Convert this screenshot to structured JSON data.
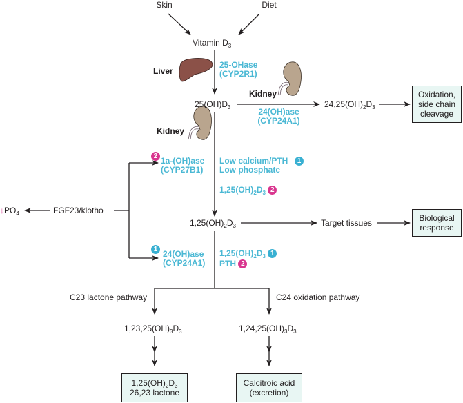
{
  "nodes": {
    "skin": "Skin",
    "diet": "Diet",
    "vitamin_d3": {
      "base": "Vitamin D",
      "sub": "3"
    },
    "oh_d3_25": {
      "pre": "25(OH)D",
      "sub": "3"
    },
    "oh2_d3_2425": {
      "pre": "24,25(OH)",
      "sub1": "2",
      "mid": "D",
      "sub2": "3"
    },
    "oh2_d3_125": {
      "pre": "1,25(OH)",
      "sub1": "2",
      "mid": "D",
      "sub2": "3"
    },
    "target_tissues": "Target tissues",
    "fgf23": "FGF23/klotho",
    "po4": {
      "arrow": "↓",
      "base": "PO",
      "sub": "4"
    },
    "oh3_d3_12325": {
      "pre": "1,23,25(OH)",
      "sub1": "3",
      "mid": "D",
      "sub2": "3"
    },
    "oh3_d3_12425": {
      "pre": "1,24,25(OH)",
      "sub1": "3",
      "mid": "D",
      "sub2": "3"
    }
  },
  "organs": {
    "liver": "Liver",
    "kidney_top": "Kidney",
    "kidney_mid": "Kidney"
  },
  "enzymes": {
    "oh25ase": {
      "line1": "25-OHase",
      "line2": "(CYP2R1)"
    },
    "oh24ase_top": {
      "line1": "24(OH)ase",
      "line2": "(CYP24A1)"
    },
    "oh1aase": {
      "line1": "1a-(OH)ase",
      "line2": "(CYP27B1)"
    },
    "oh24ase_bottom": {
      "line1": "24(OH)ase",
      "line2": "(CYP24A1)"
    }
  },
  "regulators": {
    "low_calcium": "Low calcium/PTH",
    "low_phosphate": "Low phosphate",
    "feedback_125": {
      "pre": "1,25(OH)",
      "sub1": "2",
      "mid": "D",
      "sub2": "3"
    },
    "induce_125": {
      "pre": "1,25(OH)",
      "sub1": "2",
      "mid": "D",
      "sub2": "3"
    },
    "pth": "PTH"
  },
  "badges": {
    "one": "1",
    "two": "2"
  },
  "pathways": {
    "c23": "C23 lactone pathway",
    "c24": "C24 oxidation pathway"
  },
  "boxes": {
    "oxidation": {
      "line1": "Oxidation,",
      "line2": "side chain",
      "line3": "cleavage"
    },
    "biological": {
      "line1": "Biological",
      "line2": "response"
    },
    "lactone": {
      "line1_pre": "1,25(OH)",
      "line1_sub1": "2",
      "line1_mid": "D",
      "line1_sub2": "3",
      "line2": "26,23 lactone"
    },
    "calcitroic": {
      "line1": "Calcitroic acid",
      "line2": "(excretion)"
    }
  },
  "colors": {
    "enzyme_cyan": "#4ab8d4",
    "badge_one": "#39b0d2",
    "badge_two": "#d9368f",
    "box_fill": "#e8f6f3",
    "liver": "#8b5148",
    "kidney": "#b9a58e"
  }
}
